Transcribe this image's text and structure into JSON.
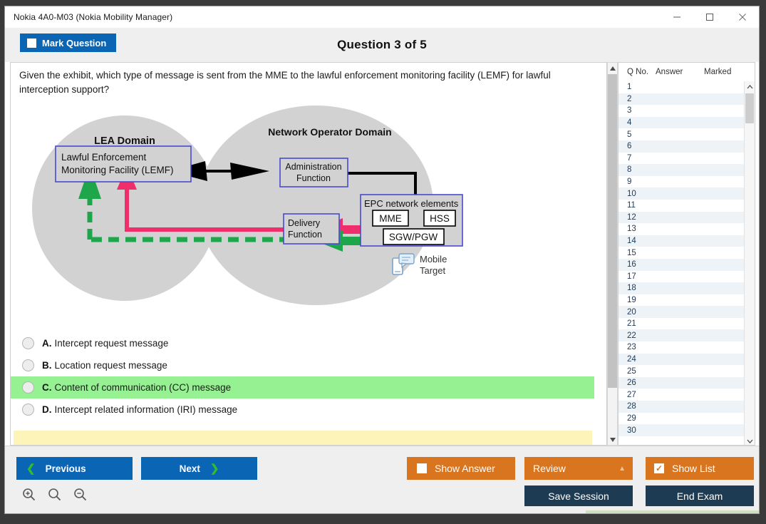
{
  "window": {
    "title": "Nokia 4A0-M03 (Nokia Mobility Manager)",
    "minimize_icon": "minimize-icon",
    "maximize_icon": "maximize-icon",
    "close_icon": "close-icon"
  },
  "header": {
    "mark_question_label": "Mark Question",
    "question_title": "Question 3 of 5"
  },
  "question": {
    "text": "Given the exhibit, which type of message is sent from the MME to the lawful enforcement monitoring facility (LEMF) for lawful interception support?",
    "options": [
      {
        "letter": "A.",
        "text": "Intercept request message",
        "highlighted": false
      },
      {
        "letter": "B.",
        "text": "Location request message",
        "highlighted": false
      },
      {
        "letter": "C.",
        "text": "Content of communication (CC) message",
        "highlighted": true
      },
      {
        "letter": "D.",
        "text": "Intercept related information (IRI) message",
        "highlighted": false
      }
    ],
    "correct_highlight_color": "#96f193",
    "explanation_band_color": "#fcf4b8"
  },
  "diagram": {
    "left_domain_label": "LEA Domain",
    "right_domain_label": "Network Operator Domain",
    "lemf_label_line1": "Lawful Enforcement",
    "lemf_label_line2": "Monitoring Facility (LEMF)",
    "admin_label_line1": "Administration",
    "admin_label_line2": "Function",
    "delivery_label_line1": "Delivery",
    "delivery_label_line2": "Function",
    "epc_box_label": "EPC network elements",
    "epc_nodes": [
      "MME",
      "HSS",
      "SGW/PGW"
    ],
    "mobile_label_line1": "Mobile",
    "mobile_label_line2": "Target",
    "colors": {
      "domain_fill": "#d2d2d2",
      "box_border": "#4a4ad0",
      "cc_arrow": "#1ea64b",
      "iri_arrow": "#ef2f6b",
      "admin_arrow": "#000000"
    }
  },
  "list_panel": {
    "columns": [
      "Q No.",
      "Answer",
      "Marked"
    ],
    "rows": [
      {
        "no": "1",
        "answer": "",
        "marked": ""
      },
      {
        "no": "2",
        "answer": "",
        "marked": ""
      },
      {
        "no": "3",
        "answer": "",
        "marked": ""
      },
      {
        "no": "4",
        "answer": "",
        "marked": ""
      },
      {
        "no": "5",
        "answer": "",
        "marked": ""
      },
      {
        "no": "6",
        "answer": "",
        "marked": ""
      },
      {
        "no": "7",
        "answer": "",
        "marked": ""
      },
      {
        "no": "8",
        "answer": "",
        "marked": ""
      },
      {
        "no": "9",
        "answer": "",
        "marked": ""
      },
      {
        "no": "10",
        "answer": "",
        "marked": ""
      },
      {
        "no": "11",
        "answer": "",
        "marked": ""
      },
      {
        "no": "12",
        "answer": "",
        "marked": ""
      },
      {
        "no": "13",
        "answer": "",
        "marked": ""
      },
      {
        "no": "14",
        "answer": "",
        "marked": ""
      },
      {
        "no": "15",
        "answer": "",
        "marked": ""
      },
      {
        "no": "16",
        "answer": "",
        "marked": ""
      },
      {
        "no": "17",
        "answer": "",
        "marked": ""
      },
      {
        "no": "18",
        "answer": "",
        "marked": ""
      },
      {
        "no": "19",
        "answer": "",
        "marked": ""
      },
      {
        "no": "20",
        "answer": "",
        "marked": ""
      },
      {
        "no": "21",
        "answer": "",
        "marked": ""
      },
      {
        "no": "22",
        "answer": "",
        "marked": ""
      },
      {
        "no": "23",
        "answer": "",
        "marked": ""
      },
      {
        "no": "24",
        "answer": "",
        "marked": ""
      },
      {
        "no": "25",
        "answer": "",
        "marked": ""
      },
      {
        "no": "26",
        "answer": "",
        "marked": ""
      },
      {
        "no": "27",
        "answer": "",
        "marked": ""
      },
      {
        "no": "28",
        "answer": "",
        "marked": ""
      },
      {
        "no": "29",
        "answer": "",
        "marked": ""
      },
      {
        "no": "30",
        "answer": "",
        "marked": ""
      }
    ]
  },
  "footer": {
    "previous_label": "Previous",
    "next_label": "Next",
    "show_answer_label": "Show Answer",
    "show_answer_checked": false,
    "review_label": "Review",
    "show_list_label": "Show List",
    "show_list_checked": true,
    "save_session_label": "Save Session",
    "end_exam_label": "End Exam",
    "zoom_in_icon": "zoom-in-icon",
    "zoom_reset_icon": "zoom-reset-icon",
    "zoom_out_icon": "zoom-out-icon",
    "primary_color": "#0a66b5",
    "accent_color": "#d9741f",
    "dark_color": "#1d3c54"
  }
}
